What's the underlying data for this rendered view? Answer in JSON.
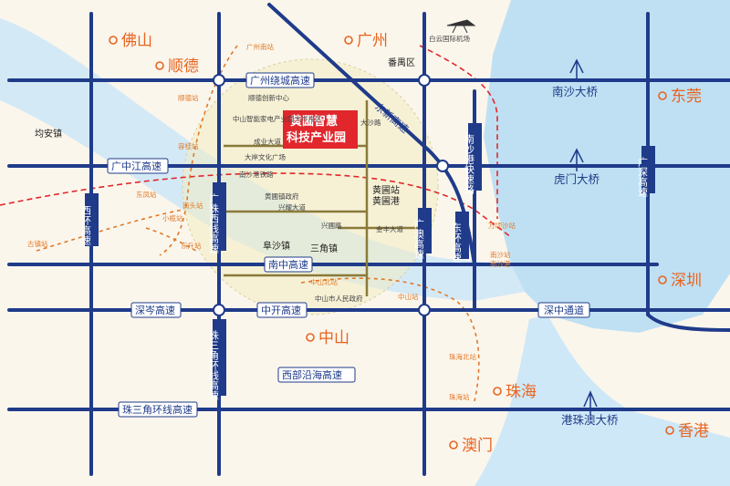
{
  "project": {
    "line1": "黄圃智慧",
    "line2": "科技产业园"
  },
  "cities": {
    "foshan": "佛山",
    "shunde": "顺德",
    "guangzhou": "广州",
    "dongguan": "东莞",
    "shenzhen": "深圳",
    "zhongshan": "中山",
    "zhuhai": "珠海",
    "macau": "澳门",
    "hongkong": "香港"
  },
  "roads": {
    "raocheng": "广州绕城高速",
    "guangzhongjiang": "广中江高速",
    "nanzhong": "南中高速",
    "shencen": "深岑高速",
    "zhongkai": "中开高速",
    "xibu": "西部沿海高速",
    "zhusanjiao": "珠三角环线高速",
    "shenzhongtong": "深中通道",
    "dongxin": "东新高速",
    "xihuan": "西环高速",
    "guangxi": "广珠西线高速",
    "zhusanjiao_v": "珠三角环线高速",
    "guangao": "广澳高速",
    "nansha": "南沙港快速路",
    "donghuan": "东环高速",
    "guangshen": "广深高速",
    "chengye": "成业大道",
    "xinghui": "兴耀大道",
    "jinfeng": "金丰大道",
    "dasha": "大沙路",
    "xinghui2": "兴圃路"
  },
  "bridges": {
    "nansha": "南沙大桥",
    "humen": "虎门大桥",
    "hzm": "港珠澳大桥"
  },
  "places": {
    "airport": "白云国际机场",
    "panyu": "番禺区",
    "junan": "均安镇",
    "fusha": "阜沙镇",
    "sanjiao": "三角镇",
    "nanshagang": "南沙港铁路",
    "shunde_station": "顺德站",
    "guangzhou_south": "广州南站",
    "rongqi": "容桂站",
    "donghuan_station": "东凤站",
    "xiaolan": "小榄站",
    "nantou": "南头站",
    "dongsheng": "东升站",
    "guzhen": "古镇站",
    "huangpu_station": "黄圃站",
    "huangpu_port": "黄圃港",
    "wanqing": "万顷沙站",
    "nansha_station": "南沙站",
    "nansha_port": "南沙港",
    "zhongshan_north": "中山北站",
    "zhongshan_station": "中山站",
    "zhuhai_north": "珠海北站",
    "zhuhai_station": "珠海站",
    "culture_square": "大岸文化广场",
    "zhongshan_zone": "中山智能家电产业园大岑片区",
    "huangpu_gov": "黄圃镇政府",
    "zhongshan_gov": "中山市人民政府",
    "shunde_center": "顺德创新中心"
  },
  "colors": {
    "road": "#1f3b8a",
    "water": "#bfe0f3",
    "city": "#e8631f",
    "project": "#e1262c",
    "rail": "#e07a2a"
  }
}
